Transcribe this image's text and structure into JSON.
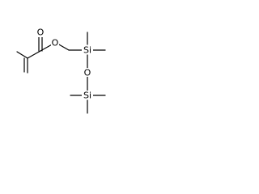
{
  "molecule": {
    "atoms": [
      {
        "id": "o_carbonyl",
        "label": "O"
      },
      {
        "id": "o_ester",
        "label": "O"
      },
      {
        "id": "si_upper",
        "label": "Si"
      },
      {
        "id": "o_siloxane",
        "label": "O"
      },
      {
        "id": "si_lower",
        "label": "Si"
      }
    ]
  },
  "colors": {
    "bond": "#000000",
    "label": "#000000",
    "background": "#ffffff"
  }
}
